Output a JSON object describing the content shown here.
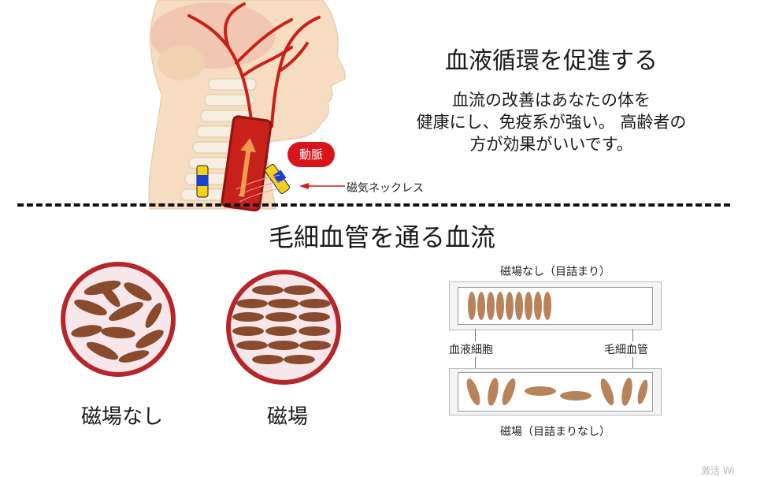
{
  "top": {
    "title": "血液循環を促進する",
    "description": "血流の改善はあなたの体を\n健康にし、免疫系が強い。 高齢者の\n方が効果がいいです。",
    "artery_label": "動脈",
    "necklace_label": "磁気ネックレス"
  },
  "middle": {
    "title": "毛細血管を通る血流"
  },
  "circles": {
    "without_label": "磁場なし",
    "with_label": "磁場"
  },
  "tubes": {
    "top_caption": "磁場なし（目詰まり）",
    "blood_cell_label": "血液細胞",
    "capillary_label": "毛細血管",
    "bottom_caption": "磁場（目詰まりなし）"
  },
  "watermark": "激活 Wi",
  "colors": {
    "artery_red": "#c8201a",
    "cell_brown": "#8a4a2e",
    "circle_ring": "#b5262a",
    "skin": "#f6dcc0"
  }
}
